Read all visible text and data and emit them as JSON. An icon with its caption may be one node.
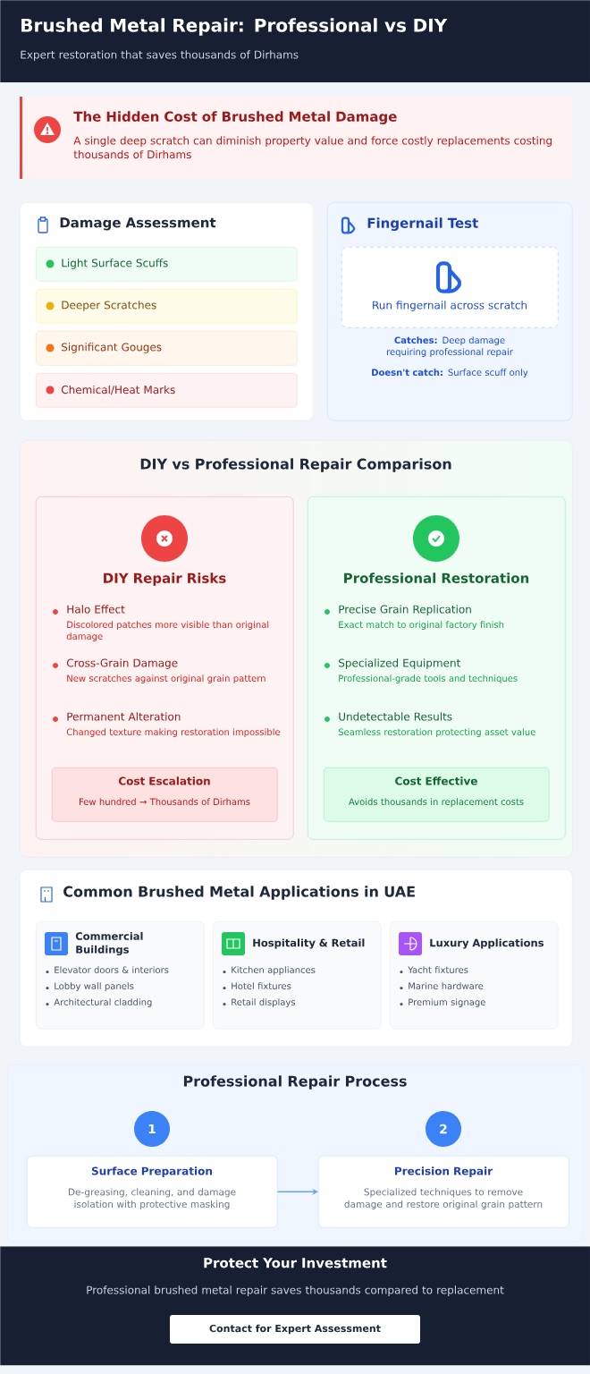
{
  "diagram": {
    "nodes": [
      {
        "text": [
          "Brushed Metal Repair: Professional vs DIY",
          "Expert restoration that saves thousands of Dirhams"
        ]
      },
      {
        "text": [
          "The Hidden Cost of Brushed Metal Damage",
          "A single deep scratch can diminish property value and force costly replacements costing thousands of Dirhams"
        ]
      },
      {
        "text": [
          "Damage Assessment"
        ]
      },
      {
        "text": [
          "Light Surface Scuffs"
        ],
        "in": 2
      },
      {
        "text": [
          "Deeper Scratches"
        ],
        "in": 2
      },
      {
        "text": [
          "Significant Gouges"
        ],
        "in": 2
      },
      {
        "text": [
          "Chemical/Heat Marks"
        ],
        "in": 2
      },
      {
        "text": [
          "Fingernail Test",
          "**Catches:** Deep damage requiring professional repair",
          "**Doesn't catch:** Surface scuff only"
        ]
      },
      {
        "text": [
          "Run fingernail across scratch"
        ],
        "in": 7
      },
      {
        "text": [
          "DIY vs Professional Repair Comparison"
        ]
      },
      {
        "text": [
          "DIY Repair Risks",
          "Halo Effect",
          "Discolored patches more visible than original damage",
          "Cross-Grain Damage",
          "New scratches against original grain pattern",
          "Permanent Alteration",
          "Changed texture making restoration impossible"
        ],
        "in": 9
      },
      {
        "text": [
          "Cost Escalation",
          "Few hundred → Thousands of Dirhams"
        ],
        "in": 10
      },
      {
        "text": [
          "Professional Restoration",
          "Precise Grain Replication",
          "Exact match to original factory finish",
          "Specialized Equipment",
          "Professional-grade tools and techniques",
          "Undetectable Results",
          "Seamless restoration protecting asset value"
        ],
        "in": 9
      },
      {
        "text": [
          "Cost Effective",
          "Avoids thousands in replacement costs"
        ],
        "in": 12
      },
      {
        "text": [
          "Common Brushed Metal Applications in UAE"
        ]
      },
      {
        "text": [
          "Commercial Buildings",
          "Elevator doors & interiors",
          "Lobby wall panels",
          "Architectural cladding"
        ],
        "in": 14
      },
      {
        "text": [
          "Hospitality & Retail",
          "Kitchen appliances",
          "Hotel fixtures",
          "Retail displays"
        ],
        "in": 14
      },
      {
        "text": [
          "Luxury Applications",
          "Yacht fixtures",
          "Marine hardware",
          "Premium signage"
        ],
        "in": 14
      },
      {
        "text": [
          "Professional Repair Process"
        ]
      },
      {
        "text": [
          "1"
        ],
        "in": 18
      },
      {
        "text": [
          "Surface Preparation",
          "De-greasing, cleaning, and damage isolation with protective masking"
        ],
        "in": 18
      },
      {
        "text": [
          "2"
        ],
        "in": 18
      },
      {
        "text": [
          "Precision Repair",
          "Specialized techniques to remove damage and restore original grain pattern"
        ],
        "in": 18
      },
      {
        "text": [
          "Protect Your Investment",
          "Professional brushed metal repair saves thousands compared to replacement"
        ]
      },
      {
        "text": [
          "Contact for Expert Assessment"
        ],
        "in": 23
      }
    ],
    "edges": [
      {
        "from": 20,
        "to": 22,
        "arrow": "to"
      }
    ]
  }
}
